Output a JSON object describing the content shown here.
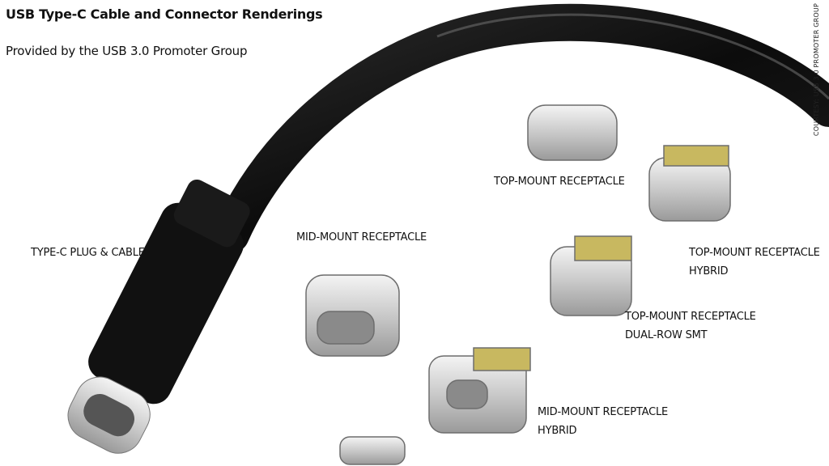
{
  "header": {
    "title": "USB Type-C Cable and Connector Renderings",
    "subtitle": "Provided by the USB 3.0 Promoter Group"
  },
  "credit": "COURTESY: USB 3.0 PROMOTER GROUP",
  "labels": {
    "plug_cable": "TYPE-C PLUG & CABLE",
    "mid_mount": "MID-MOUNT RECEPTACLE",
    "top_mount": "TOP-MOUNT RECEPTACLE",
    "top_mount_hybrid": [
      "TOP-MOUNT RECEPTACLE",
      "HYBRID"
    ],
    "top_mount_dual_row": [
      "TOP-MOUNT RECEPTACLE",
      "DUAL-ROW SMT"
    ],
    "mid_mount_hybrid": [
      "MID-MOUNT RECEPTACLE",
      "HYBRID"
    ]
  }
}
